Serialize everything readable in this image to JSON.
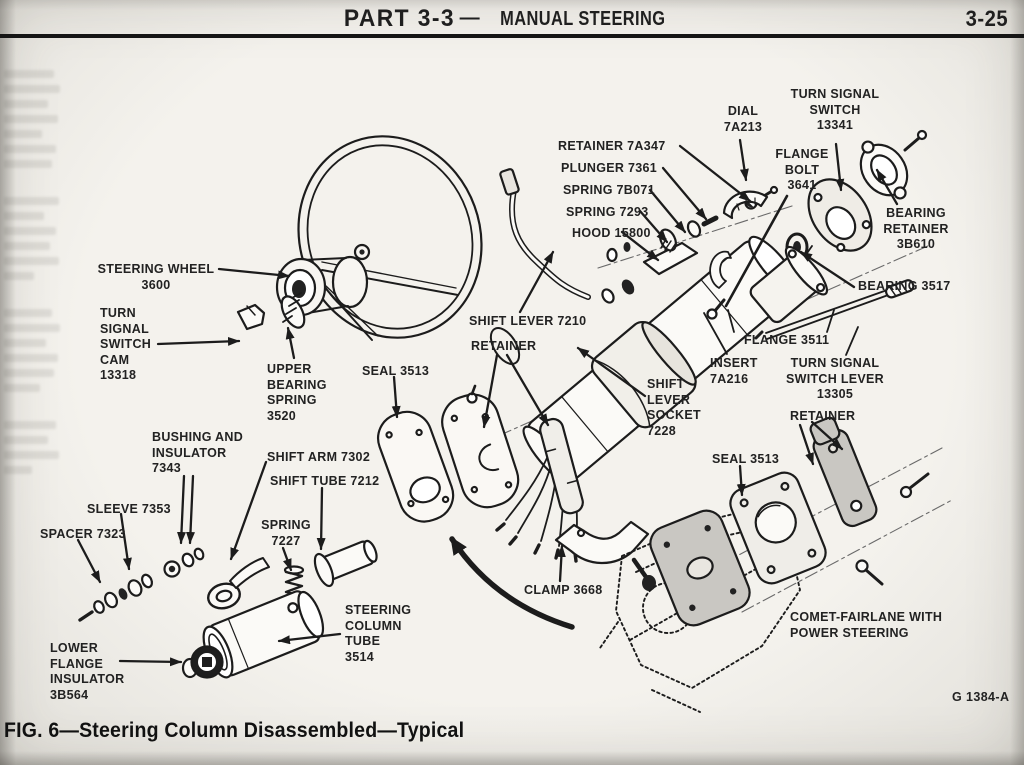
{
  "header": {
    "part": "PART 3-3",
    "separator": "—",
    "title": "MANUAL STEERING",
    "page": "3-25"
  },
  "caption": {
    "text": "FIG. 6—Steering Column Disassembled—Typical"
  },
  "diagram": {
    "figure_code": "G 1384-A",
    "variant_note": "COMET-FAIRLANE WITH\nPOWER STEERING",
    "part_labels": [
      {
        "id": "retainer-7a347",
        "text": "RETAINER 7A347"
      },
      {
        "id": "plunger-7361",
        "text": "PLUNGER 7361"
      },
      {
        "id": "spring-7b071",
        "text": "SPRING 7B071"
      },
      {
        "id": "spring-7293",
        "text": "SPRING 7293"
      },
      {
        "id": "hood-15800",
        "text": "HOOD 15800"
      },
      {
        "id": "dial-7a213",
        "text": "DIAL\n7A213"
      },
      {
        "id": "turn-signal-switch-13341",
        "text": "TURN SIGNAL\nSWITCH\n13341"
      },
      {
        "id": "flange-bolt-3641",
        "text": "FLANGE\nBOLT\n3641"
      },
      {
        "id": "bearing-retainer-3b610",
        "text": "BEARING\nRETAINER\n3B610"
      },
      {
        "id": "bearing-3517",
        "text": "BEARING 3517"
      },
      {
        "id": "steering-wheel-3600",
        "text": "STEERING WHEEL\n3600"
      },
      {
        "id": "turn-signal-switch-cam-13318",
        "text": "TURN\nSIGNAL\nSWITCH\nCAM\n13318"
      },
      {
        "id": "upper-bearing-spring-3520",
        "text": "UPPER\nBEARING\nSPRING\n3520"
      },
      {
        "id": "shift-lever-7210",
        "text": "SHIFT LEVER 7210"
      },
      {
        "id": "retainer-upper",
        "text": "RETAINER"
      },
      {
        "id": "seal-3513-left",
        "text": "SEAL 3513"
      },
      {
        "id": "flange-3511",
        "text": "FLANGE 3511"
      },
      {
        "id": "insert-7a216",
        "text": "INSERT\n7A216"
      },
      {
        "id": "turn-signal-switch-lever-13305",
        "text": "TURN SIGNAL\nSWITCH LEVER\n13305"
      },
      {
        "id": "shift-lever-socket-7228",
        "text": "SHIFT\nLEVER\nSOCKET\n7228"
      },
      {
        "id": "retainer-lower",
        "text": "RETAINER"
      },
      {
        "id": "seal-3513-right",
        "text": "SEAL 3513"
      },
      {
        "id": "bushing-and-insulator-7343",
        "text": "BUSHING AND\nINSULATOR\n7343"
      },
      {
        "id": "shift-arm-7302",
        "text": "SHIFT ARM 7302"
      },
      {
        "id": "shift-tube-7212",
        "text": "SHIFT TUBE 7212"
      },
      {
        "id": "sleeve-7353",
        "text": "SLEEVE 7353"
      },
      {
        "id": "spacer-7323",
        "text": "SPACER 7323"
      },
      {
        "id": "spring-7227",
        "text": "SPRING\n7227"
      },
      {
        "id": "steering-column-tube-3514",
        "text": "STEERING\nCOLUMN\nTUBE\n3514"
      },
      {
        "id": "lower-flange-insulator-3b564",
        "text": "LOWER\nFLANGE\nINSULATOR\n3B564"
      },
      {
        "id": "clamp-3668",
        "text": "CLAMP 3668"
      }
    ]
  }
}
